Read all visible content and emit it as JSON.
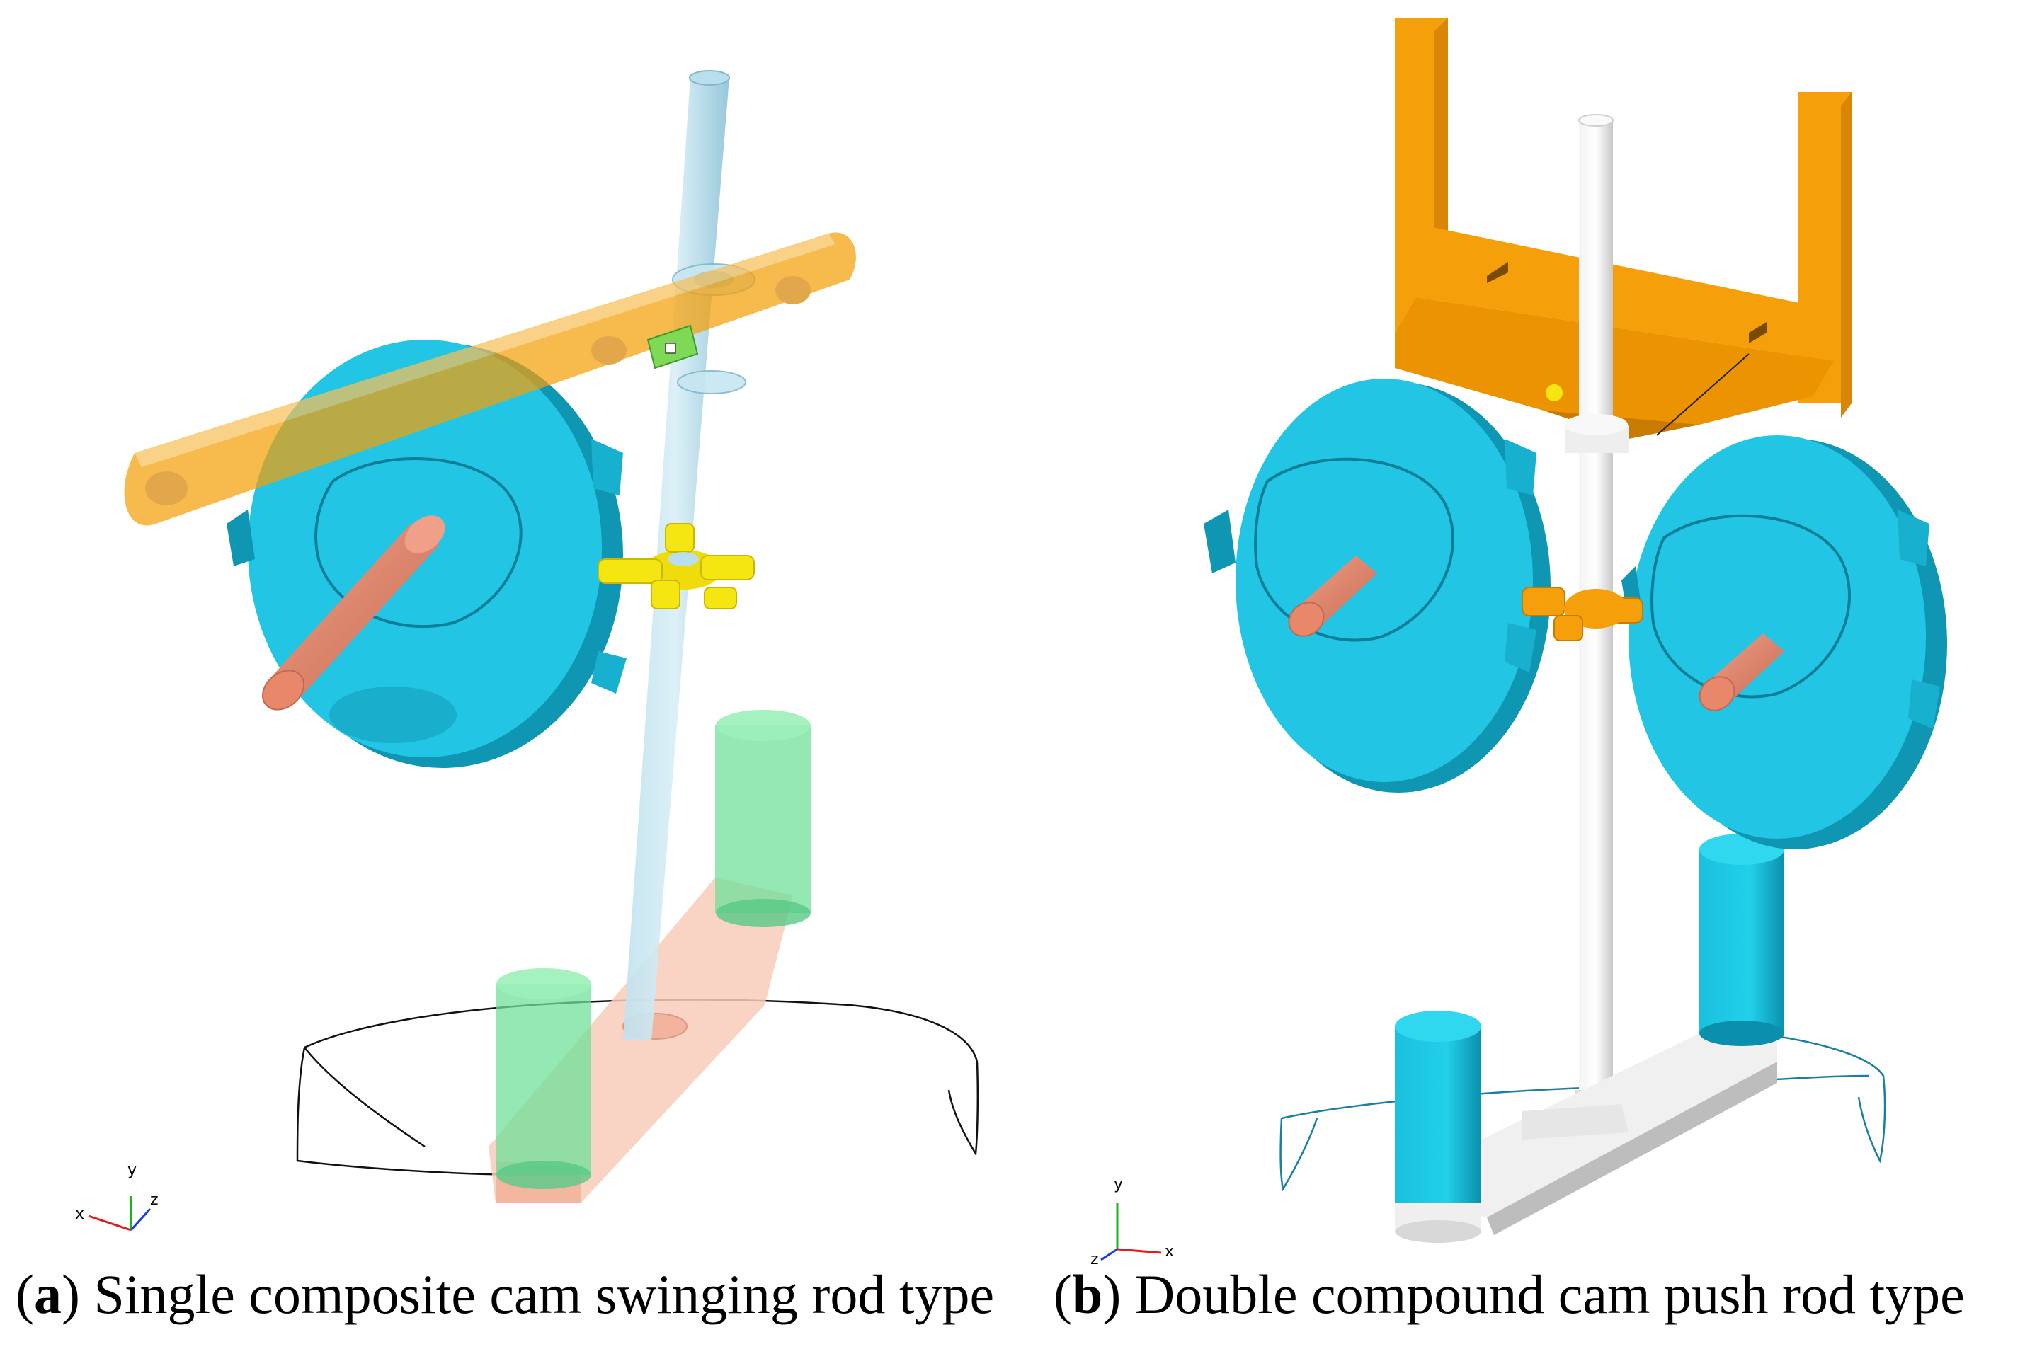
{
  "figure": {
    "panel_a": {
      "letter": "a",
      "caption": " Single composite cam swinging rod type",
      "axis_triad": {
        "x": "x",
        "y": "y",
        "z": "z"
      }
    },
    "panel_b": {
      "letter": "b",
      "caption": " Double compound cam push rod type",
      "axis_triad": {
        "x": "x",
        "y": "y",
        "z": "z"
      }
    }
  },
  "colors": {
    "cam": "#1ec3e3",
    "cam_dark": "#0e96b3",
    "shaft": "#e8876a",
    "orange_part": "#f5a00a",
    "yellow_joint": "#f5e612",
    "rod_blue": "#a8d4e6",
    "green_cyl": "#5ed88a",
    "pink_base": "#f7c4b0",
    "gray_rod": "#e8e8e8",
    "cyan_cyl": "#1ec3e3"
  }
}
